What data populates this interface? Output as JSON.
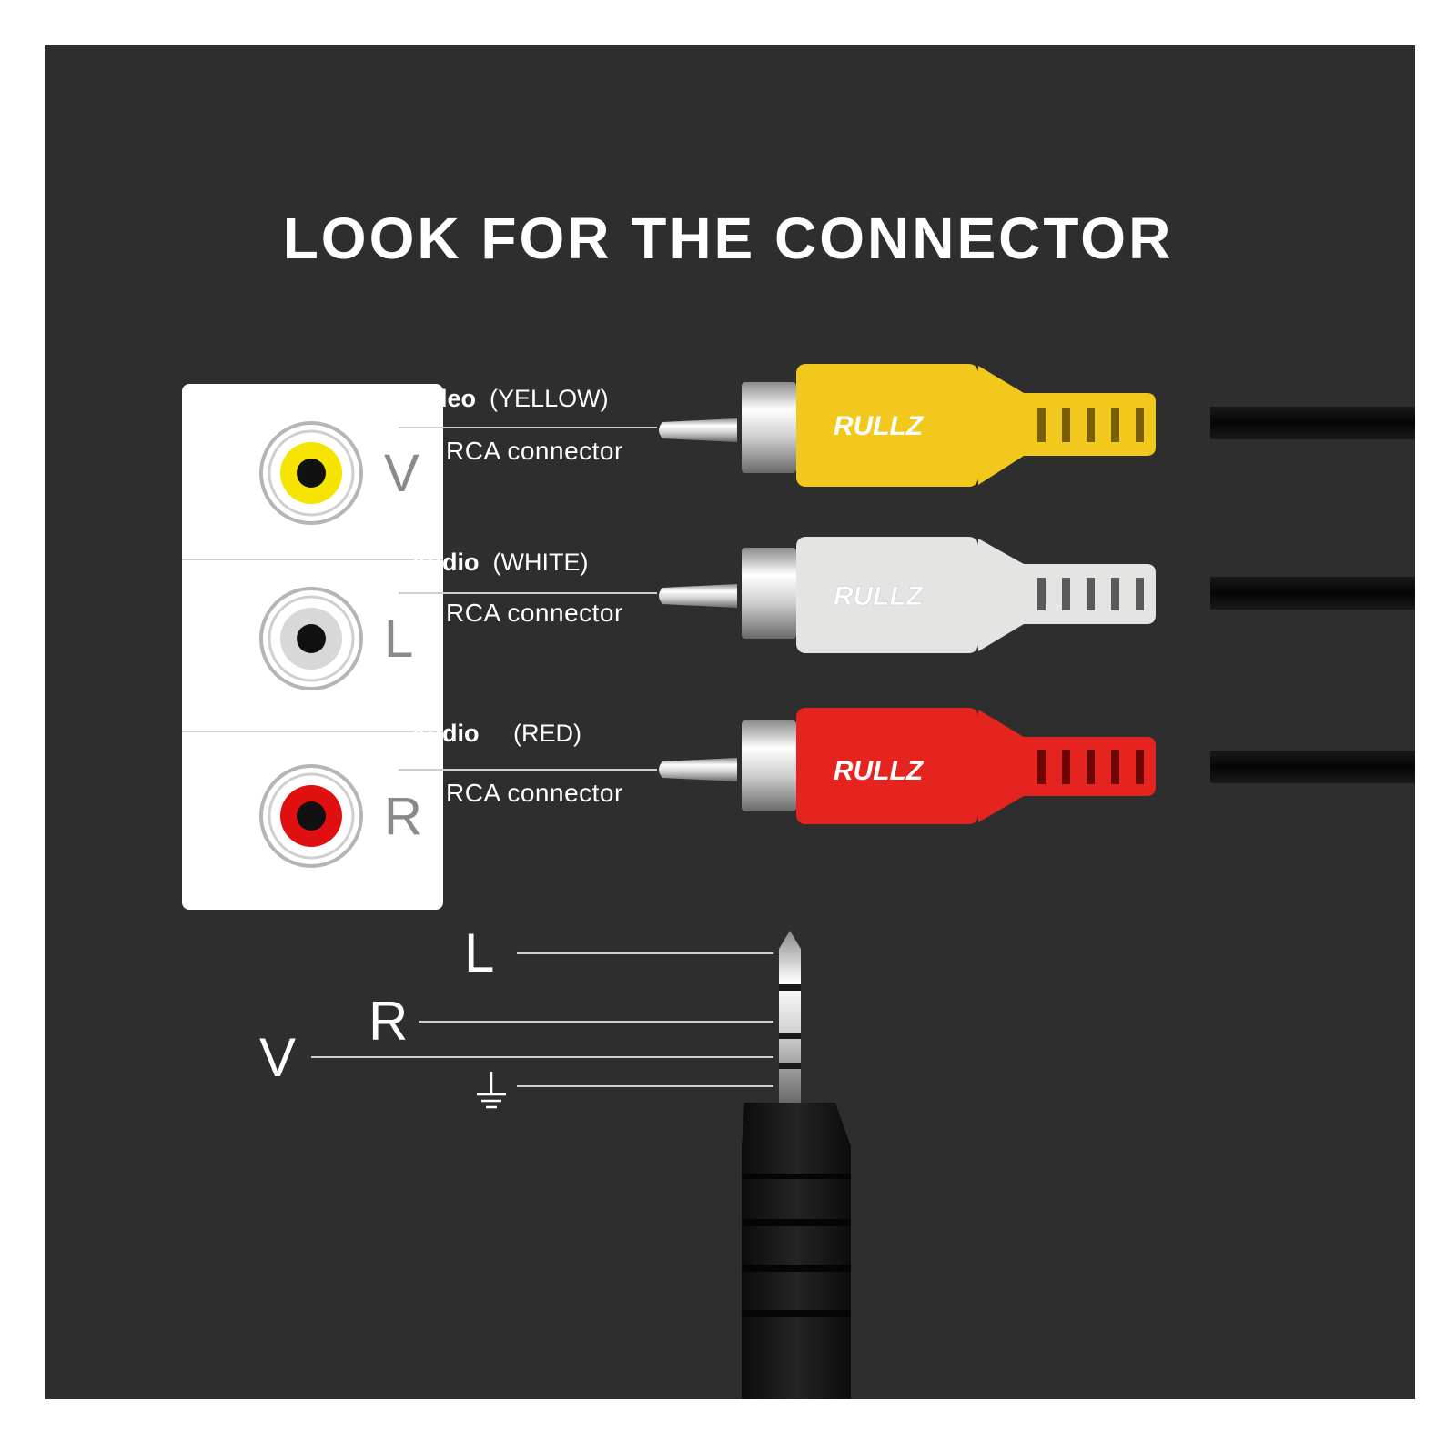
{
  "title": "LOOK FOR THE CONNECTOR",
  "jack_panel": {
    "jacks": [
      {
        "letter": "V",
        "color": "#f5e400"
      },
      {
        "letter": "L",
        "color": "#d8d8d8"
      },
      {
        "letter": "R",
        "color": "#e01010"
      }
    ]
  },
  "plugs": [
    {
      "signal": "Video",
      "color_name": "(YELLOW)",
      "type": "RCA connector",
      "brand": "RULLZ",
      "body_color": "#f2c81d"
    },
    {
      "signal": "Audio",
      "color_name": "(WHITE)",
      "type": "RCA connector",
      "brand": "RULLZ",
      "body_color": "#e4e4e2"
    },
    {
      "signal": "Audio",
      "color_name": "(RED)",
      "type": "RCA connector",
      "brand": "RULLZ",
      "body_color": "#e52420"
    }
  ],
  "trrs": {
    "labels": {
      "left": "L",
      "right": "R",
      "video": "V",
      "ground": "ground-icon"
    }
  },
  "colors": {
    "background": "#2e2e2e",
    "panel": "#ffffff",
    "text": "#ffffff"
  }
}
